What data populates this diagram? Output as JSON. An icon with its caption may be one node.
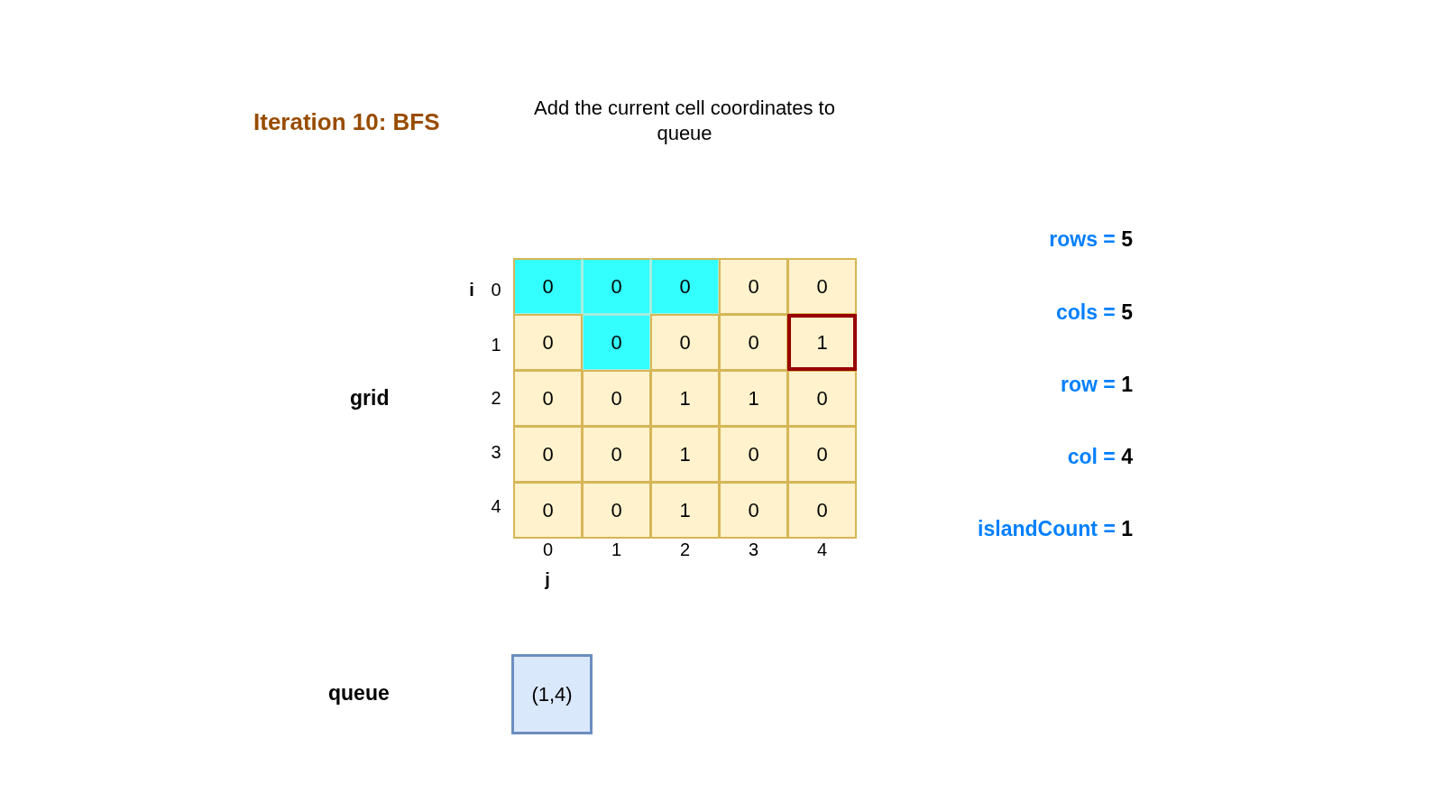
{
  "diagram": {
    "title": "Iteration 10: BFS",
    "nodes": [
      {
        "text": [
          "0"
        ]
      },
      {
        "text": [
          "0"
        ]
      },
      {
        "text": [
          "0"
        ]
      },
      {
        "text": [
          "0"
        ]
      },
      {
        "text": [
          "0"
        ]
      },
      {
        "text": [
          "0"
        ]
      },
      {
        "text": [
          "0"
        ]
      },
      {
        "text": [
          "0"
        ]
      },
      {
        "text": [
          "0"
        ]
      },
      {
        "text": [
          "1"
        ]
      },
      {
        "text": [
          "0"
        ]
      },
      {
        "text": [
          "0"
        ]
      },
      {
        "text": [
          "1"
        ]
      },
      {
        "text": [
          "1"
        ]
      },
      {
        "text": [
          "0"
        ]
      },
      {
        "text": [
          "0"
        ]
      },
      {
        "text": [
          "0"
        ]
      },
      {
        "text": [
          "1"
        ]
      },
      {
        "text": [
          "0"
        ]
      },
      {
        "text": [
          "0"
        ]
      },
      {
        "text": [
          "0"
        ]
      },
      {
        "text": [
          "0"
        ]
      },
      {
        "text": [
          "1"
        ]
      },
      {
        "text": [
          "0"
        ]
      },
      {
        "text": [
          "0"
        ]
      },
      {
        "text": [
          "(1,4)"
        ]
      }
    ],
    "labels": [
      "Add the current cell coordinates to queue",
      "rows = 5",
      "cols = 5",
      "row = 1",
      "col = 4",
      "islandCount = 1",
      "i",
      "0",
      "1",
      "2",
      "3",
      "4",
      "grid",
      "0",
      "1",
      "2",
      "3",
      "4",
      "j",
      "queue"
    ]
  }
}
